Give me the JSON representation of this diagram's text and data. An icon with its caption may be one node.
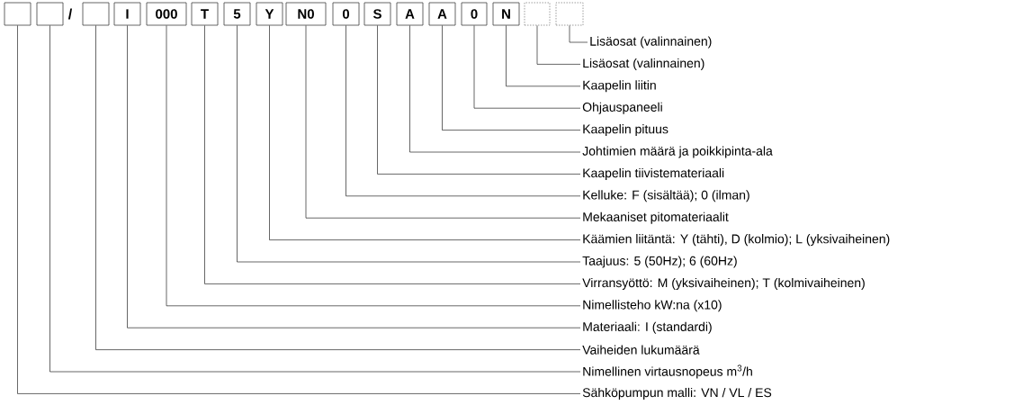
{
  "diagram": {
    "nodes": [
      {
        "text": [],
        "shape": "box"
      },
      {
        "text": [],
        "shape": "box"
      },
      {
        "text": [],
        "shape": "box"
      },
      {
        "text": [
          "I"
        ]
      },
      {
        "text": [
          "000"
        ]
      },
      {
        "text": [
          "T"
        ]
      },
      {
        "text": [
          "5"
        ]
      },
      {
        "text": [
          "Y"
        ]
      },
      {
        "text": [
          "N0"
        ]
      },
      {
        "text": [
          "0"
        ]
      },
      {
        "text": [
          "S"
        ]
      },
      {
        "text": [
          "A"
        ]
      },
      {
        "text": [
          "A"
        ]
      },
      {
        "text": [
          "0"
        ]
      },
      {
        "text": [
          "N"
        ]
      },
      {
        "text": [],
        "shape": "box"
      },
      {
        "text": [],
        "shape": "box"
      },
      {
        "text": [
          "Lisäosat (valinnainen)"
        ]
      },
      {
        "text": [
          "Lisäosat (valinnainen)"
        ]
      },
      {
        "text": [
          "Kaapelin liitin"
        ]
      },
      {
        "text": [
          "Ohjauspaneeli"
        ]
      },
      {
        "text": [
          "Kaapelin pituus"
        ]
      },
      {
        "text": [
          "Johtimien määrä ja poikkipinta-ala"
        ]
      },
      {
        "text": [
          "Kaapelin tiivistemateriaali"
        ]
      },
      {
        "text": [
          "Kelluke: F (sisältää); 0 (ilman)"
        ]
      },
      {
        "text": [
          "Mekaaniset pitomateriaalit"
        ]
      },
      {
        "text": [
          "Käämien liitäntä: Y (tähti), D (kolmio); L (yksivaiheinen)"
        ]
      },
      {
        "text": [
          "Taajuus: 5 (50Hz); 6 (60Hz)"
        ]
      },
      {
        "text": [
          "Virransyöttö: M (yksivaiheinen); T (kolmivaiheinen)"
        ]
      },
      {
        "text": [
          "Nimellisteho kW:na (x10)"
        ]
      },
      {
        "text": [
          "Materiaali: I (standardi)"
        ]
      },
      {
        "text": [
          "Vaiheiden lukumäärä"
        ]
      },
      {
        "text": [
          "Nimellinen virtausnopeus m$^{3}$/h"
        ]
      },
      {
        "text": [
          "Sähköpumpun malli: VN / VL / ES"
        ]
      }
    ],
    "edges": [
      {
        "from": 17,
        "to": 16,
        "arrow": "none"
      },
      {
        "from": 18,
        "to": 15,
        "arrow": "none"
      },
      {
        "from": 19,
        "to": 14,
        "arrow": "none"
      },
      {
        "from": 20,
        "to": 13,
        "arrow": "none"
      },
      {
        "from": 21,
        "to": 12,
        "arrow": "none"
      },
      {
        "from": 22,
        "to": 11,
        "arrow": "none"
      },
      {
        "from": 23,
        "to": 10,
        "arrow": "none"
      },
      {
        "from": 24,
        "to": 9,
        "arrow": "none"
      },
      {
        "from": 25,
        "to": 8,
        "arrow": "none"
      },
      {
        "from": 26,
        "to": 7,
        "arrow": "none"
      },
      {
        "from": 27,
        "to": 6,
        "arrow": "none"
      },
      {
        "from": 28,
        "to": 5,
        "arrow": "none"
      },
      {
        "from": 29,
        "to": 4,
        "arrow": "none"
      },
      {
        "from": 30,
        "to": 3,
        "arrow": "none"
      },
      {
        "from": 31,
        "to": 2,
        "arrow": "none"
      },
      {
        "from": 32,
        "to": 1,
        "arrow": "none"
      },
      {
        "from": 33,
        "to": 0,
        "arrow": "none"
      }
    ],
    "labels": [
      "/"
    ]
  }
}
